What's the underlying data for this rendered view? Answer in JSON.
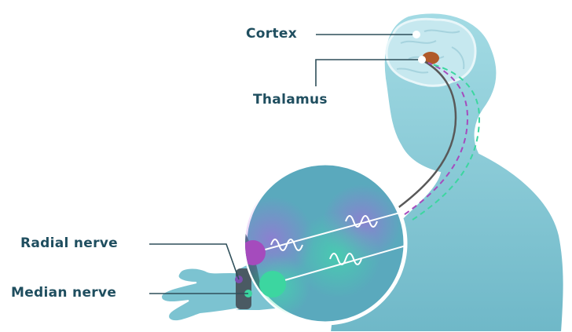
{
  "labels": {
    "cortex": "Cortex",
    "thalamus": "Thalamus",
    "radial_nerve": "Radial nerve",
    "median_nerve": "Median nerve"
  },
  "colors": {
    "body_fill": "#8fcfd9",
    "brain_fill": "#c6e8ef",
    "thalamus": "#b05a2a",
    "label_text": "#1f4e5f",
    "radial_nerve": "#a54bbd",
    "median_nerve": "#3cd6a0",
    "nerve_line": "#595959",
    "lens_fill": "#5aa9bd"
  }
}
